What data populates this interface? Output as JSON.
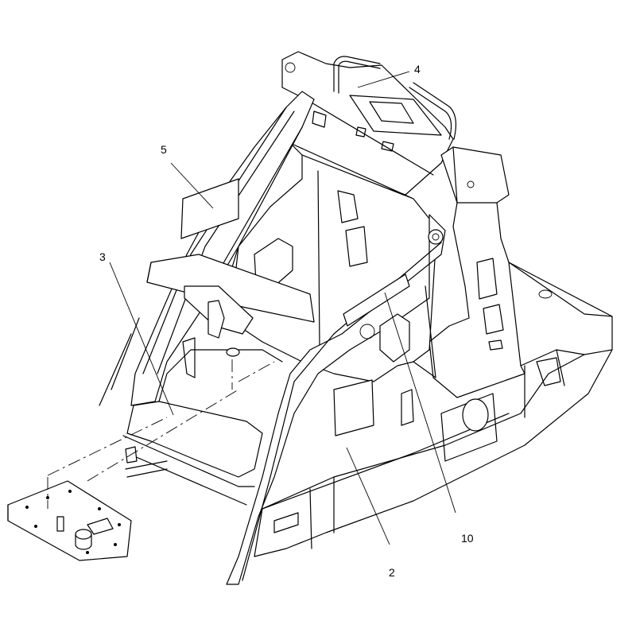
{
  "callouts": [
    {
      "id": "label-4",
      "text": "4"
    },
    {
      "id": "label-5",
      "text": "5"
    },
    {
      "id": "label-3",
      "text": "3"
    },
    {
      "id": "label-10",
      "text": "10"
    },
    {
      "id": "label-2",
      "text": "2"
    }
  ]
}
